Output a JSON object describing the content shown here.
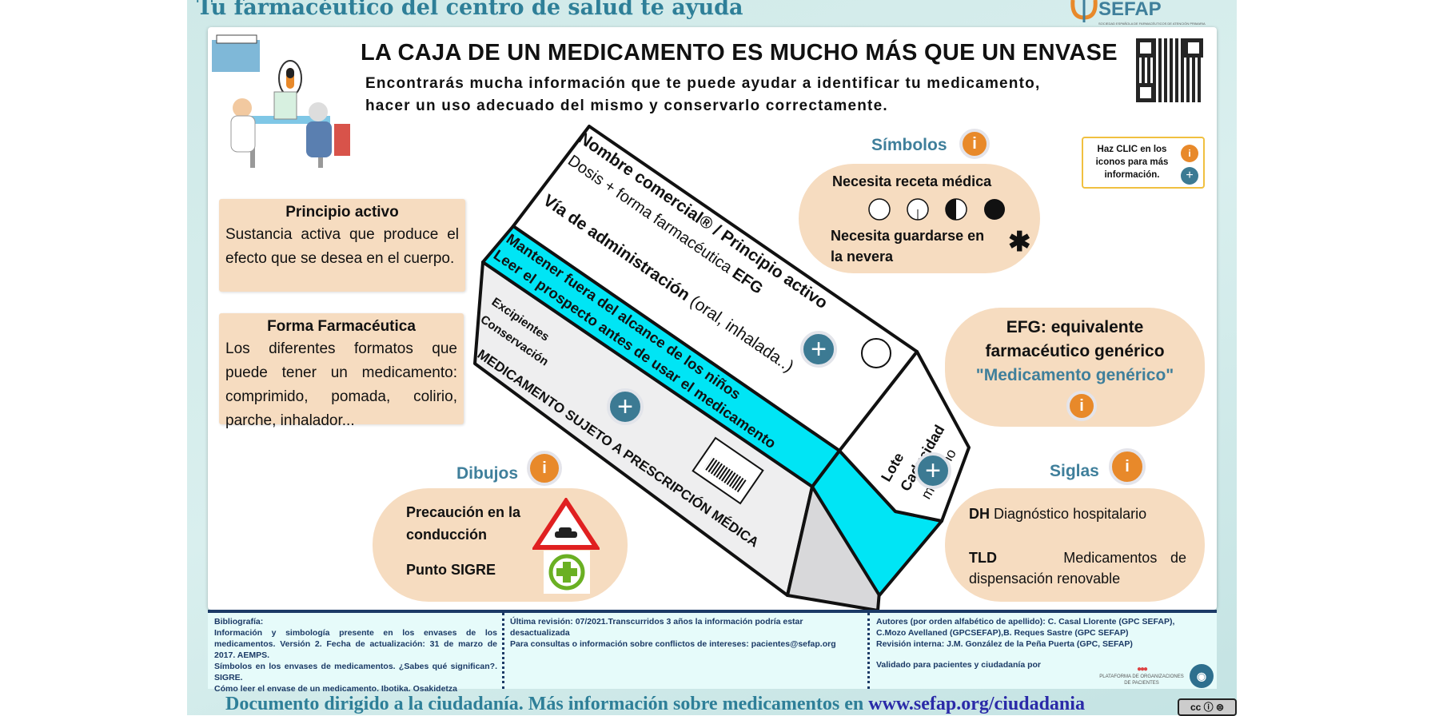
{
  "header": {
    "tagline": "Tu farmacéutico del centro de salud te ayuda",
    "logo_text": "SEFAP",
    "logo_sub": "SOCIEDAD ESPAÑOLA DE FARMACÉUTICOS DE ATENCIÓN PRIMARIA"
  },
  "main": {
    "title": "LA CAJA DE UN MEDICAMENTO ES MUCHO MÁS QUE UN ENVASE",
    "subtitle_1": "Encontrarás mucha información que te puede ayudar a identificar tu medicamento,",
    "subtitle_2": "hacer un uso adecuado del mismo y conservarlo correctamente."
  },
  "principio": {
    "title": "Principio activo",
    "text": "Sustancia activa que produce el efecto que se desea en el cuerpo."
  },
  "forma": {
    "title": "Forma Farmacéutica",
    "text": "Los diferentes formatos que puede tener un medicamento: comprimido, pomada, colirio, parche, inhalador..."
  },
  "box": {
    "line1": "Nombre comercial® / Principio activo",
    "line2a": "Dosis + forma farmacéutica ",
    "line2b": "EFG",
    "line3a": "Vía de administración",
    "line3b": " (oral, inhalada..)",
    "band1": "Mantener fuera del alcance de los niños",
    "band2": "Leer el prospecto antes de usar el medicamento",
    "excip": "Excipientes",
    "conserv": "Conservación",
    "rx": "MEDICAMENTO SUJETO A PRESCRIPCIÓN MÉDICA",
    "lote": "Lote",
    "caducidad": "Caducidad",
    "mes": "mes/año"
  },
  "simbolos": {
    "label": "Símbolos",
    "receta": "Necesita receta médica",
    "nevera": "Necesita guardarse en la nevera",
    "asterisk": "✱"
  },
  "help": {
    "text": "Haz CLIC en los iconos para más información."
  },
  "efg": {
    "line1": "EFG: equivalente",
    "line2": "farmacéutico genérico",
    "line3": "\"Medicamento genérico\""
  },
  "siglas": {
    "label": "Siglas",
    "dh_abbr": "DH",
    "dh": "Diagnóstico hospitalario",
    "tld_abbr": "TLD",
    "tld": "Medicamentos de dispensación renovable"
  },
  "dibujos": {
    "label": "Dibujos",
    "conduccion": "Precaución en la conducción",
    "sigre": "Punto SIGRE"
  },
  "icons": {
    "info": "i",
    "plus": "+"
  },
  "footer": {
    "biblio": [
      "Bibliografía:",
      "Información y simbología presente en los envases de los medicamentos. Versión 2. Fecha de actualización: 31 de marzo de 2017. AEMPS.",
      "Símbolos en los envases de medicamentos. ¿Sabes qué significan?. SIGRE.",
      "Cómo leer el envase de un medicamento. Ibotika. Osakidetza"
    ],
    "revision": [
      "Última revisión: 07/2021.Transcurridos 3 años la información podría estar desactualizada",
      "Para consultas o información sobre conflictos de intereses: pacientes@sefap.org"
    ],
    "autores": [
      "Autores (por orden alfabético de apellido):  C. Casal Llorente (GPC SEFAP), C.Mozo Avellaned (GPCSEFAP),B. Reques Sastre (GPC SEFAP)",
      "Revisión interna: J.M. González de la Peña Puerta (GPC, SEFAP)",
      "Validado para pacientes y ciudadanía por"
    ],
    "plataforma": "PLATAFORMA DE ORGANIZACIONES DE PACIENTES"
  },
  "bottom": {
    "text": "Documento dirigido a la ciudadanía. Más información sobre medicamentos en ",
    "link": "www.sefap.org/ciudadania"
  },
  "colors": {
    "teal": "#2e7f98",
    "orange": "#e8892a",
    "cyan": "#00e5f5",
    "peach": "#f6dcc0",
    "navy": "#1b3a66"
  }
}
